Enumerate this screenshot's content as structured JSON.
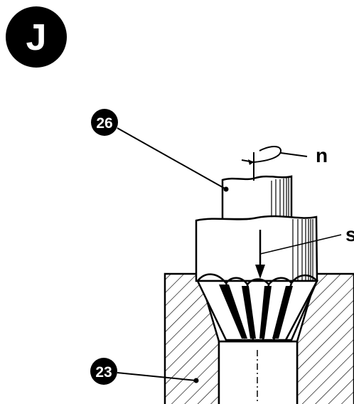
{
  "figure": {
    "panel_letter": "J",
    "callouts": {
      "tool": "26",
      "workpiece": "23"
    },
    "symbols": {
      "rotation": "n",
      "feed": "s"
    },
    "colors": {
      "ink": "#000000",
      "paper": "#ffffff"
    }
  }
}
